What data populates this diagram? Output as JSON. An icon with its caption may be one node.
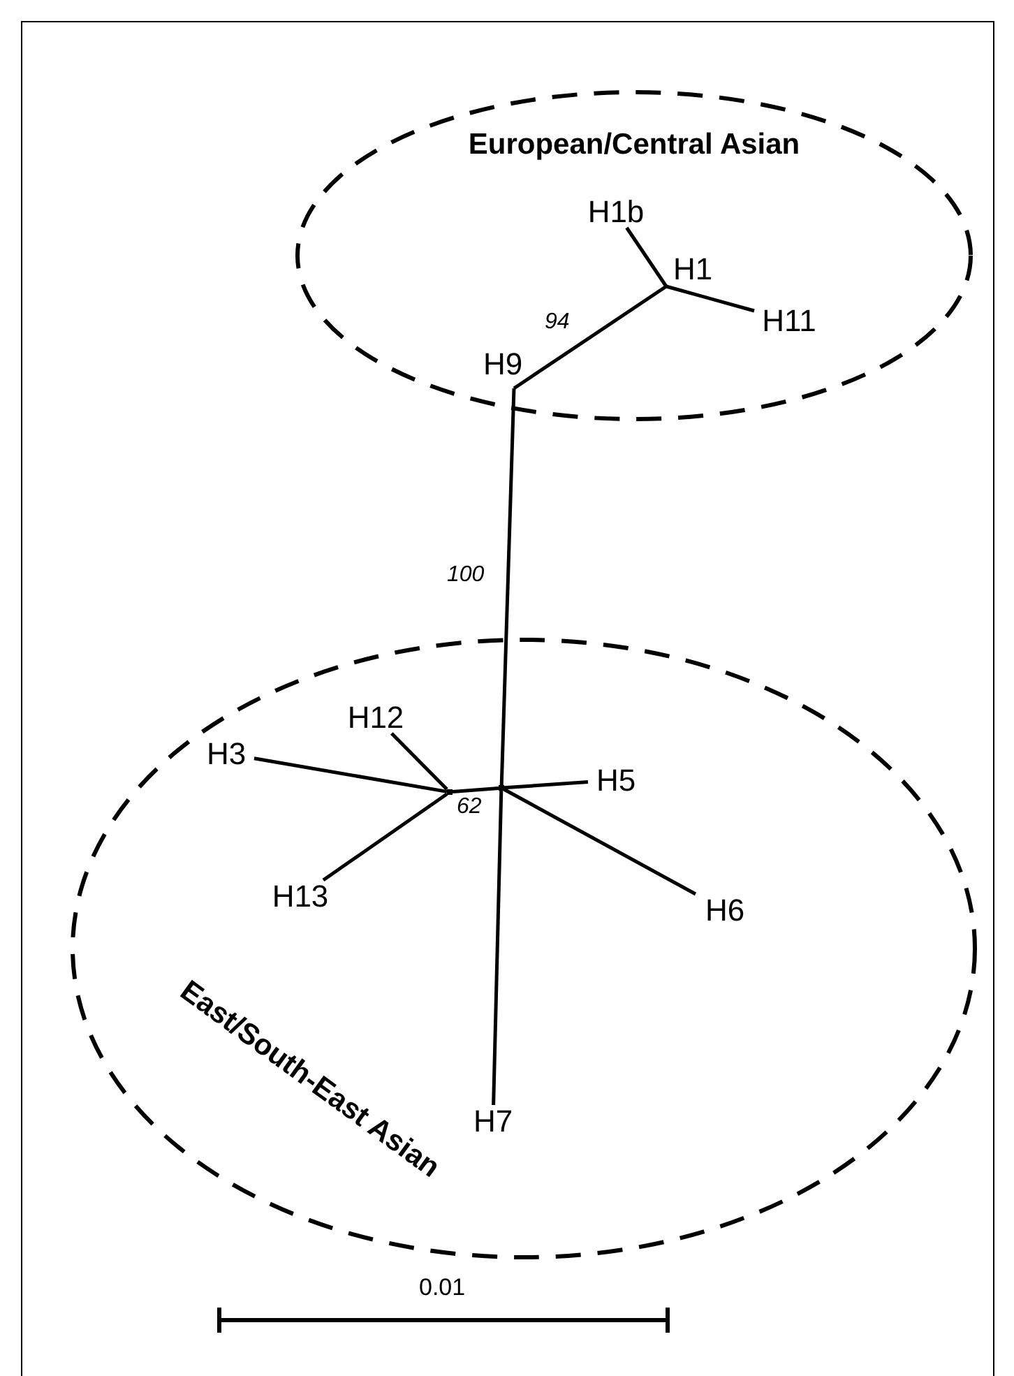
{
  "diagram": {
    "nodes": [
      {
        "text": [
          "European/Central Asian"
        ]
      },
      {
        "text": [
          "H1b"
        ],
        "in": 0
      },
      {
        "text": [
          "H1"
        ],
        "in": 0
      },
      {
        "text": [
          "H11"
        ],
        "in": 0
      },
      {
        "text": [
          "H9"
        ],
        "in": 0
      },
      {
        "text": [
          "East/South-East Asian"
        ]
      },
      {
        "text": [
          "H12"
        ],
        "in": 5
      },
      {
        "text": [
          "H3"
        ],
        "in": 5
      },
      {
        "text": [
          "H5"
        ],
        "in": 5
      },
      {
        "text": [
          "H13"
        ],
        "in": 5
      },
      {
        "text": [
          "H6"
        ],
        "in": 5
      },
      {
        "text": [
          "H7"
        ],
        "in": 5
      },
      {
        "text": [],
        "shape": "point",
        "in": 5
      },
      {
        "text": [],
        "shape": "point",
        "in": 5
      }
    ],
    "edges": [
      {
        "from": 1,
        "to": 2,
        "arrow": "none"
      },
      {
        "from": 2,
        "to": 3,
        "arrow": "none"
      },
      {
        "from": 4,
        "to": 2,
        "arrow": "none",
        "label": "94"
      },
      {
        "from": 4,
        "to": 13,
        "arrow": "none",
        "label": "100"
      },
      {
        "from": 12,
        "to": 13,
        "arrow": "none",
        "label": "62"
      },
      {
        "from": 7,
        "to": 12,
        "arrow": "none"
      },
      {
        "from": 6,
        "to": 12,
        "arrow": "none"
      },
      {
        "from": 9,
        "to": 12,
        "arrow": "none"
      },
      {
        "from": 8,
        "to": 13,
        "arrow": "none"
      },
      {
        "from": 10,
        "to": 13,
        "arrow": "none"
      },
      {
        "from": 11,
        "to": 13,
        "arrow": "none"
      }
    ],
    "labels": [
      "0.01"
    ]
  }
}
